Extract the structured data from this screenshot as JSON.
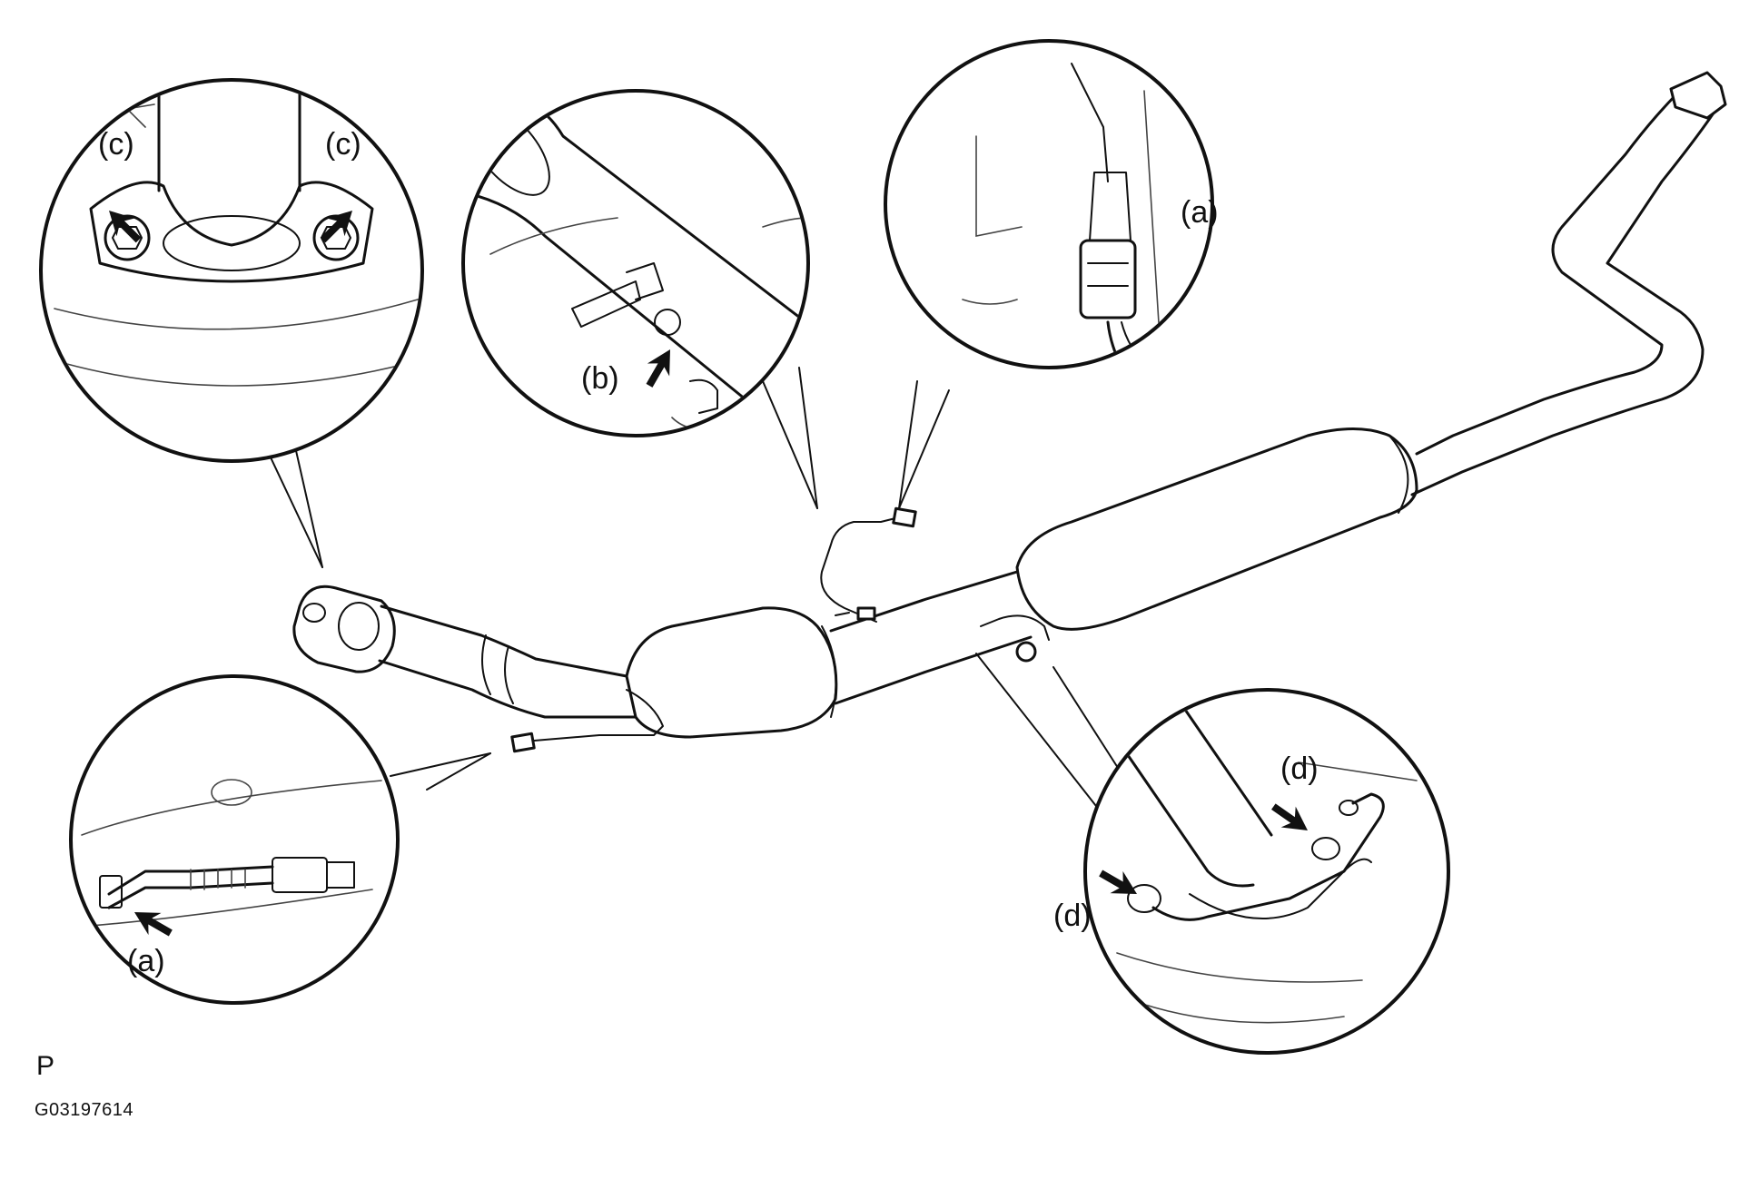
{
  "callouts": {
    "a": "(a)",
    "b": "(b)",
    "c": "(c)",
    "d": "(d)"
  },
  "footer": {
    "page_letter": "P",
    "figure_code": "G03197614"
  },
  "icons": [
    "arrow-icon"
  ]
}
